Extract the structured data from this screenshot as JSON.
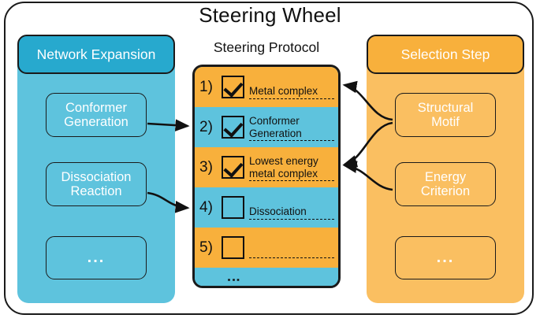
{
  "diagram": {
    "title": "Steering Wheel"
  },
  "left_column": {
    "header": "Network Expansion",
    "nodes": [
      {
        "line1": "Conformer",
        "line2": "Generation"
      },
      {
        "line1": "Dissociation",
        "line2": "Reaction"
      },
      {
        "line1": "...",
        "line2": ""
      }
    ]
  },
  "right_column": {
    "header": "Selection Step",
    "nodes": [
      {
        "line1": "Structural",
        "line2": "Motif"
      },
      {
        "line1": "Energy",
        "line2": "Criterion"
      },
      {
        "line1": "...",
        "line2": ""
      }
    ]
  },
  "protocol": {
    "title": "Steering Protocol",
    "continuation": "⋮",
    "steps": [
      {
        "index": "1)",
        "checked": true,
        "line1": "Metal complex",
        "line2": ""
      },
      {
        "index": "2)",
        "checked": true,
        "line1": "Conformer",
        "line2": "Generation"
      },
      {
        "index": "3)",
        "checked": true,
        "line1": "Lowest energy",
        "line2": "metal complex"
      },
      {
        "index": "4)",
        "checked": false,
        "line1": "Dissociation",
        "line2": ""
      },
      {
        "index": "5)",
        "checked": false,
        "line1": "",
        "line2": ""
      }
    ]
  },
  "colors": {
    "blue_header": "#27a9ce",
    "blue_body": "#5ec3dd",
    "orange_header": "#f8b03c",
    "orange_body": "#fabf61",
    "outline": "#1a1a1a",
    "text_light": "#ffffff",
    "text_dark": "#111111",
    "background": "#ffffff"
  }
}
